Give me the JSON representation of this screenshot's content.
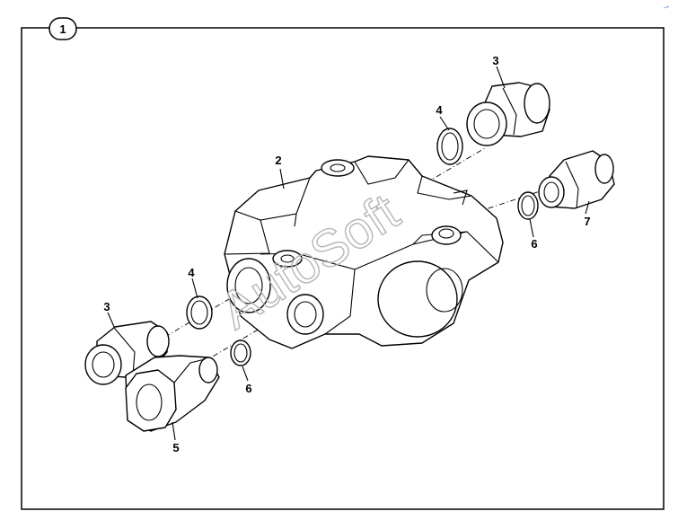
{
  "figure": {
    "badge": "1",
    "watermark": "AutoSoft",
    "corner_mark": "⌐•"
  },
  "callouts": [
    {
      "id": "c2",
      "text": "2"
    },
    {
      "id": "c3-top",
      "text": "3"
    },
    {
      "id": "c4-top",
      "text": "4"
    },
    {
      "id": "c7",
      "text": "7"
    },
    {
      "id": "c6-right",
      "text": "6"
    },
    {
      "id": "c4-left",
      "text": "4"
    },
    {
      "id": "c3-left",
      "text": "3"
    },
    {
      "id": "c6-left",
      "text": "6"
    },
    {
      "id": "c5",
      "text": "5"
    }
  ]
}
